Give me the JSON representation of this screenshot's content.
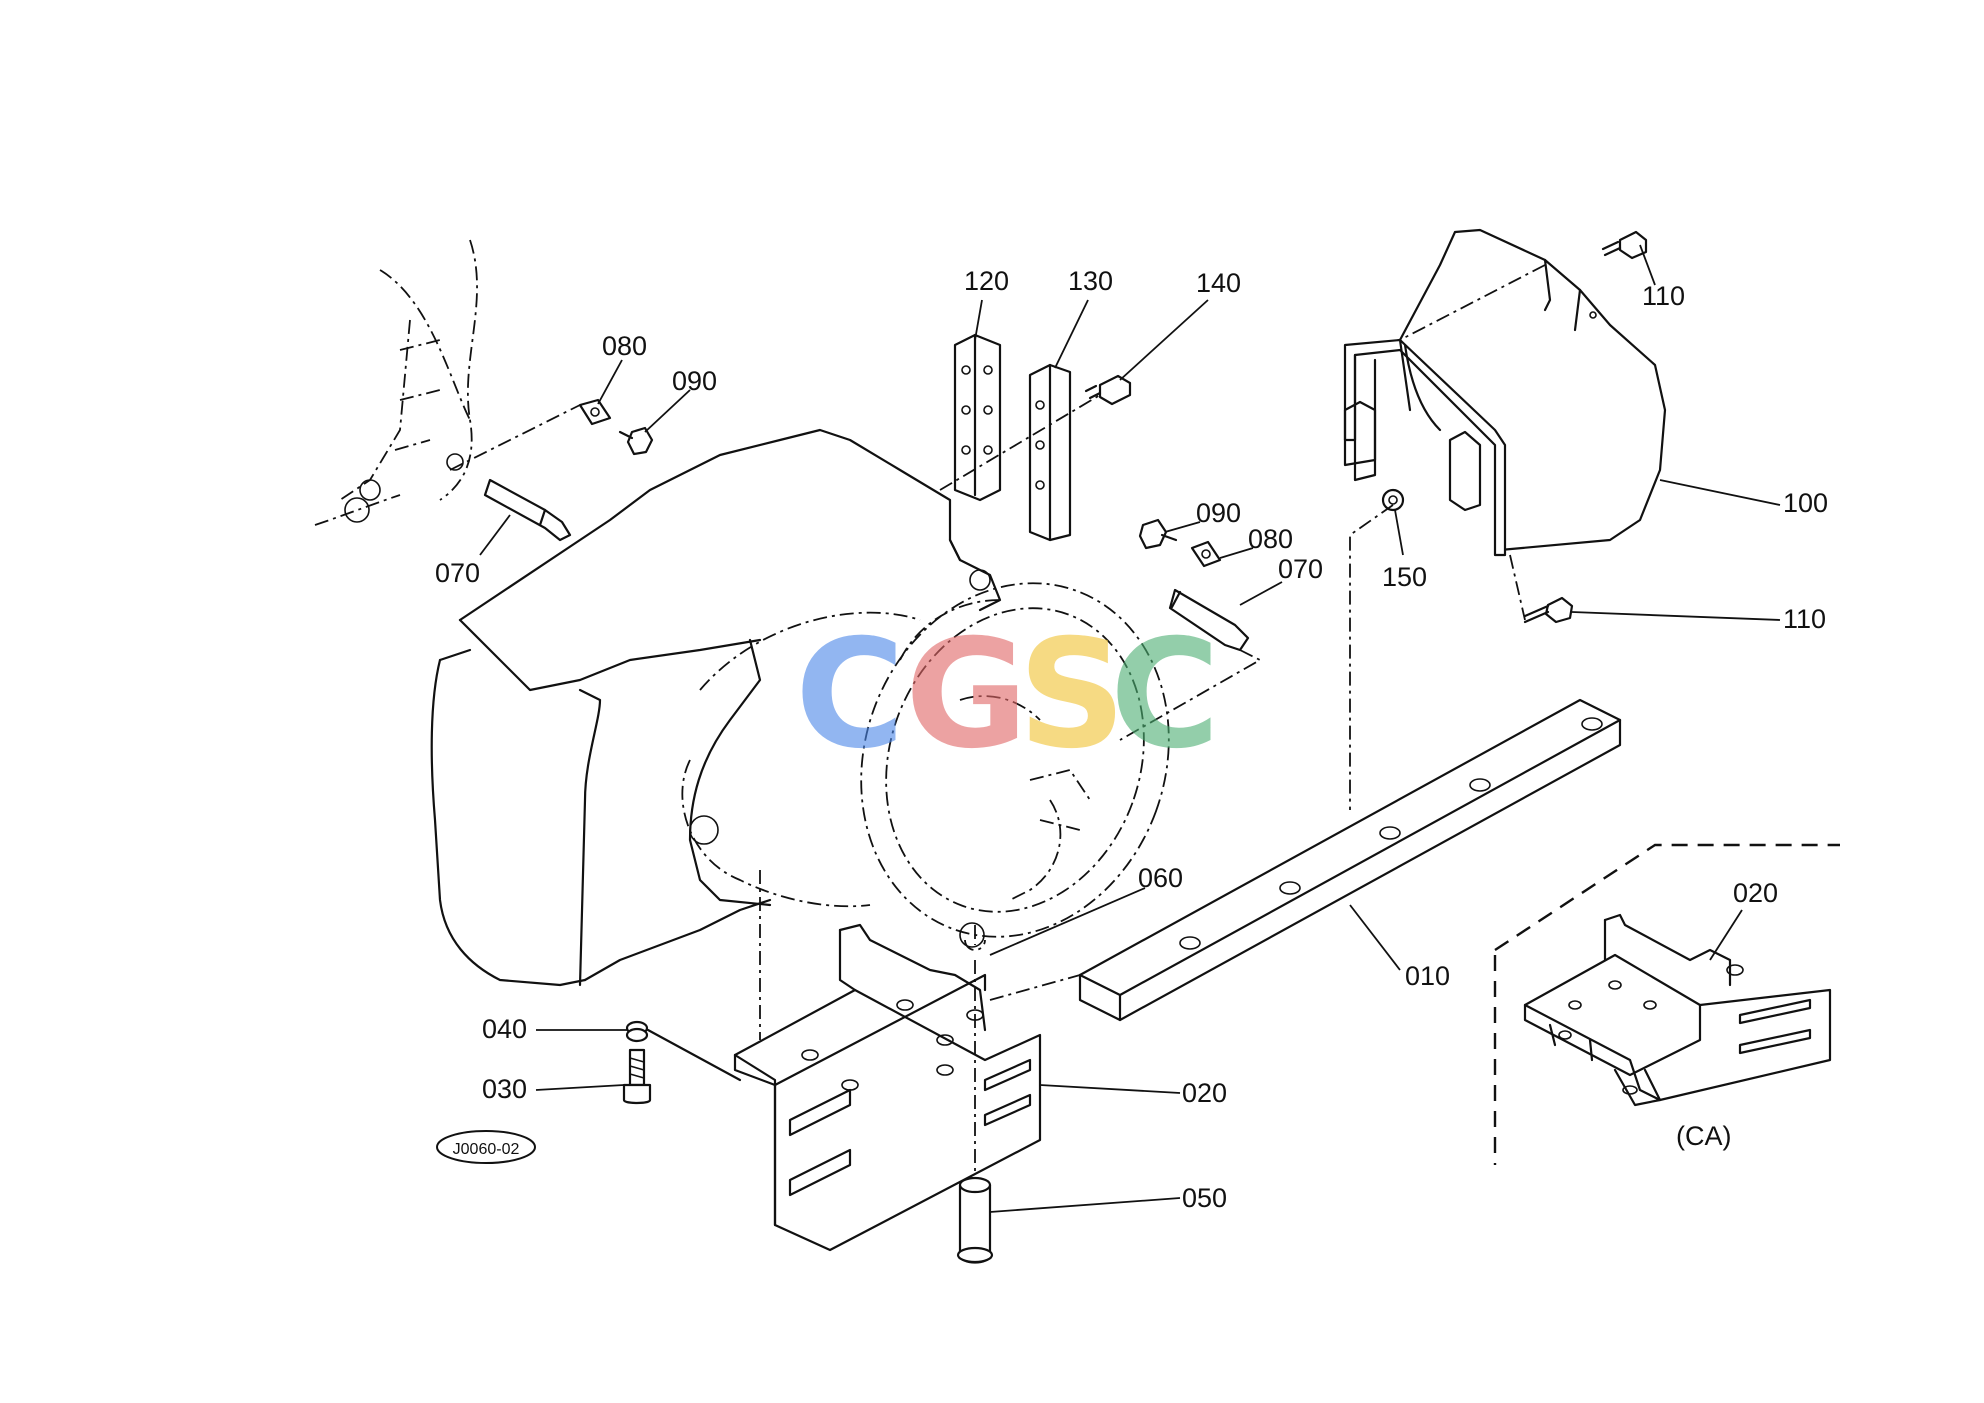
{
  "callouts": [
    {
      "id": "c120",
      "text": "120"
    },
    {
      "id": "c130",
      "text": "130"
    },
    {
      "id": "c140",
      "text": "140"
    },
    {
      "id": "c080a",
      "text": "080"
    },
    {
      "id": "c090a",
      "text": "090"
    },
    {
      "id": "c070a",
      "text": "070"
    },
    {
      "id": "c090b",
      "text": "090"
    },
    {
      "id": "c080b",
      "text": "080"
    },
    {
      "id": "c070b",
      "text": "070"
    },
    {
      "id": "c110a",
      "text": "110"
    },
    {
      "id": "c100",
      "text": "100"
    },
    {
      "id": "c150",
      "text": "150"
    },
    {
      "id": "c110b",
      "text": "110"
    },
    {
      "id": "c060",
      "text": "060"
    },
    {
      "id": "c010",
      "text": "010"
    },
    {
      "id": "c020a",
      "text": "020"
    },
    {
      "id": "c040",
      "text": "040"
    },
    {
      "id": "c030",
      "text": "030"
    },
    {
      "id": "c020b",
      "text": "020"
    },
    {
      "id": "c050",
      "text": "050"
    }
  ],
  "variant_label": "(CA)",
  "drawing_code": "J0060-02",
  "watermark": {
    "letters": [
      "C",
      "G",
      "S",
      "C"
    ],
    "colors": [
      "#4a86e8",
      "#e06666",
      "#f1c232",
      "#4caf72"
    ]
  }
}
